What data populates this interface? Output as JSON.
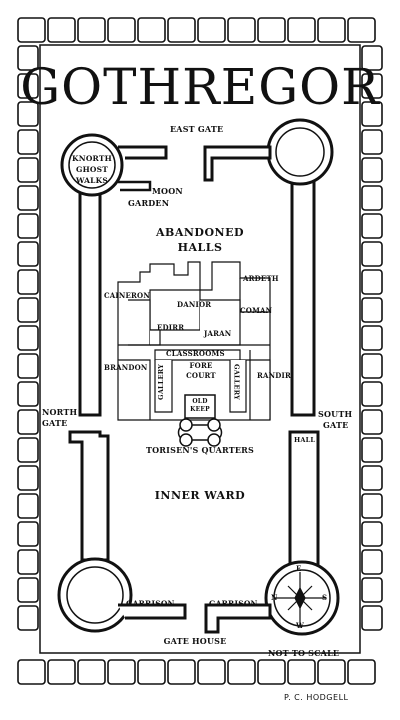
{
  "title": "GOTHREGOR",
  "labels": {
    "east_gate": "EAST GATE",
    "knorth_line1": "KNORTH",
    "knorth_line2": "GHOST",
    "knorth_line3": "WALKS",
    "moon_line1": "MOON",
    "moon_line2": "GARDEN",
    "abandoned_line1": "ABANDONED",
    "abandoned_line2": "HALLS",
    "ardeth": "ARDETH",
    "caineron": "CAINERON",
    "danior": "DANIOR",
    "coman": "COMAN",
    "edirr": "EDIRR",
    "jaran": "JARAN",
    "classrooms": "CLASSROOMS",
    "brandon": "BRANDON",
    "gallery_left": "GALLERY",
    "gallery_right": "GALLERY",
    "fore_line1": "FORE",
    "fore_line2": "COURT",
    "randir": "RANDIR",
    "old_line1": "OLD",
    "old_line2": "KEEP",
    "north_line1": "NORTH",
    "north_line2": "GATE",
    "south_line1": "SOUTH",
    "south_line2": "GATE",
    "torisen": "TORISEN'S QUARTERS",
    "hall": "HALL",
    "inner_ward": "INNER WARD",
    "garrison_left": "GARRISON",
    "garrison_right": "GARRISON",
    "gate_house": "GATE HOUSE",
    "not_to_scale": "NOT TO SCALE",
    "compass_n": "N",
    "compass_s": "S",
    "compass_e": "E",
    "compass_w": "W",
    "signature": "P. C. HODGELL"
  }
}
